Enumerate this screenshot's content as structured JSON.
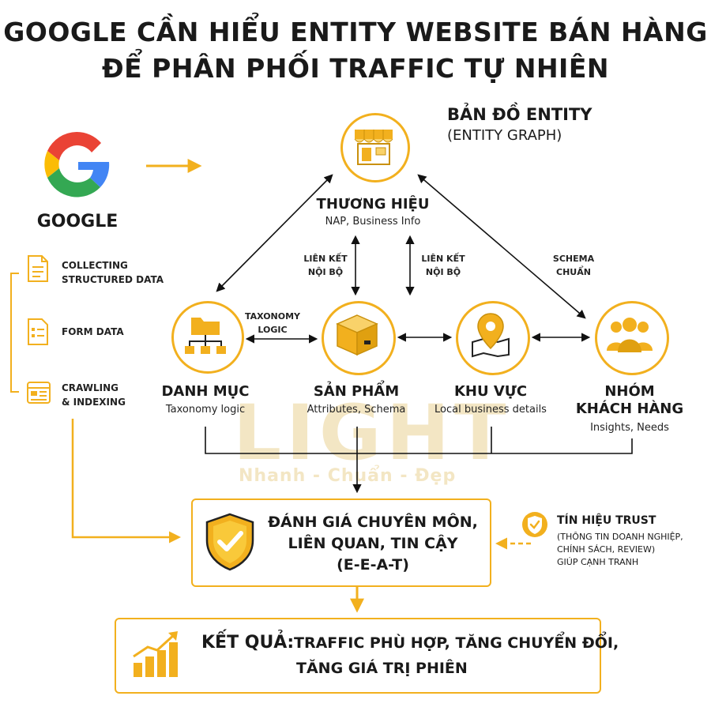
{
  "title": {
    "line1": "GOOGLE CẦN HIỂU ENTITY WEBSITE BÁN HÀNG",
    "line2": "ĐỂ PHÂN PHỐI TRAFFIC TỰ NHIÊN"
  },
  "google": {
    "label": "GOOGLE"
  },
  "entity_map": {
    "title": "BẢN ĐỒ ENTITY",
    "subtitle": "(ENTITY GRAPH)"
  },
  "sources": [
    {
      "label_line1": "COLLECTING",
      "label_line2": "STRUCTURED DATA",
      "icon": "document-icon"
    },
    {
      "label_line1": "FORM DATA",
      "label_line2": "",
      "icon": "form-icon"
    },
    {
      "label_line1": "CRAWLING",
      "label_line2": "& INDEXING",
      "icon": "browser-icon"
    }
  ],
  "nodes": {
    "brand": {
      "title": "THƯƠNG HIỆU",
      "subtitle": "NAP, Business Info",
      "icon": "store-icon"
    },
    "category": {
      "title": "DANH MỤC",
      "subtitle": "Taxonomy logic",
      "icon": "folder-tree-icon"
    },
    "product": {
      "title": "SẢN PHẨM",
      "subtitle": "Attributes, Schema",
      "icon": "box-icon"
    },
    "region": {
      "title": "KHU VỰC",
      "subtitle": "Local business details",
      "icon": "map-pin-icon"
    },
    "customers": {
      "title_line1": "NHÓM",
      "title_line2": "KHÁCH HÀNG",
      "subtitle": "Insights, Needs",
      "icon": "users-icon"
    }
  },
  "edge_labels": {
    "internal_link_left": {
      "line1": "LIÊN KẾT",
      "line2": "NỘI BỘ"
    },
    "internal_link_right": {
      "line1": "LIÊN KẾT",
      "line2": "NỘI BỘ"
    },
    "schema": {
      "line1": "SCHEMA",
      "line2": "CHUẨN"
    },
    "taxonomy": {
      "line1": "TAXONOMY",
      "line2": "LOGIC"
    }
  },
  "watermark": {
    "text": "LIGHT",
    "tagline": "Nhanh - Chuẩn - Đẹp"
  },
  "eeat": {
    "line1": "ĐÁNH GIÁ CHUYÊN MÔN,",
    "line2": "LIÊN QUAN, TIN CẬY",
    "line3": "(E-E-A-T)",
    "icon": "shield-check-icon"
  },
  "trust": {
    "title": "TÍN HIỆU TRUST",
    "line1": "(THÔNG TIN DOANH NGHIỆP,",
    "line2": "CHÍNH SÁCH, REVIEW)",
    "line3": "GIÚP CẠNH TRANH",
    "icon": "shield-badge-icon"
  },
  "result": {
    "label": "KẾT QUẢ:",
    "line1": "TRAFFIC PHÙ HỢP, TĂNG CHUYỂN ĐỔI,",
    "line2": "TĂNG GIÁ TRỊ PHIÊN",
    "icon": "growth-chart-icon"
  },
  "colors": {
    "accent": "#f2b01e",
    "text": "#1a1a1a"
  }
}
